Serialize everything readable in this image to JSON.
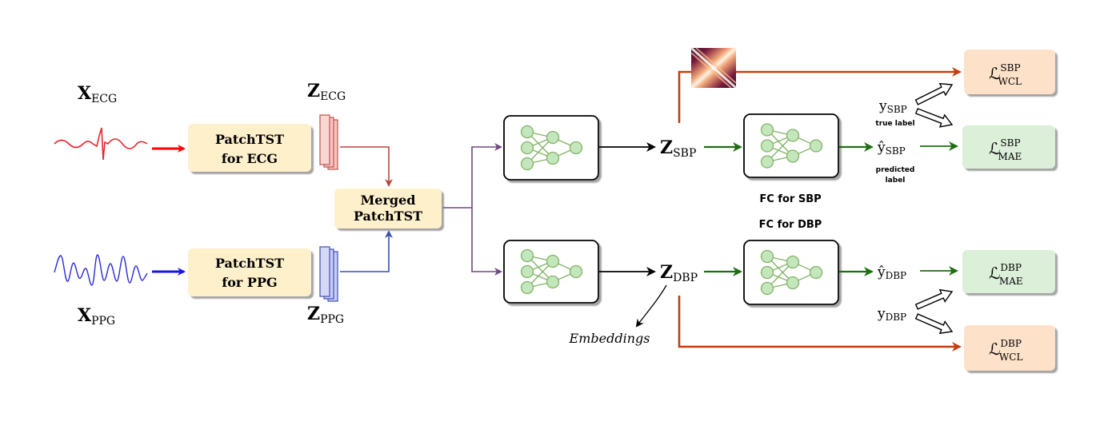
{
  "inputs": {
    "ecg": {
      "symbol": "X",
      "subscript": "ECG"
    },
    "ppg": {
      "symbol": "X",
      "subscript": "PPG"
    }
  },
  "encoders": {
    "ecg": {
      "line1": "PatchTST",
      "line2": "for ECG"
    },
    "ppg": {
      "line1": "PatchTST",
      "line2": "for PPG"
    }
  },
  "latents": {
    "ecg": {
      "symbol": "Z",
      "subscript": "ECG"
    },
    "ppg": {
      "symbol": "Z",
      "subscript": "PPG"
    },
    "sbp": {
      "symbol": "Z",
      "subscript": "SBP"
    },
    "dbp": {
      "symbol": "Z",
      "subscript": "DBP"
    }
  },
  "merged": {
    "line1": "Merged",
    "line2": "PatchTST"
  },
  "fc": {
    "sbp_label": "FC for SBP",
    "dbp_label": "FC for DBP"
  },
  "embeddings_label": "Embeddings",
  "targets": {
    "y_sbp": {
      "symbol": "y",
      "subscript": "SBP"
    },
    "yhat_sbp": {
      "symbol": "ŷ",
      "subscript": "SBP"
    },
    "y_dbp": {
      "symbol": "y",
      "subscript": "DBP"
    },
    "yhat_dbp": {
      "symbol": "ŷ",
      "subscript": "DBP"
    },
    "true_label": "true label",
    "predicted_label_line1": "predicted",
    "predicted_label_line2": "label"
  },
  "losses": {
    "wcl_sbp": {
      "symbol": "ℒ",
      "sup": "SBP",
      "sub": "WCL"
    },
    "mae_sbp": {
      "symbol": "ℒ",
      "sup": "SBP",
      "sub": "MAE"
    },
    "mae_dbp": {
      "symbol": "ℒ",
      "sup": "DBP",
      "sub": "MAE"
    },
    "wcl_dbp": {
      "symbol": "ℒ",
      "sup": "DBP",
      "sub": "WCL"
    }
  },
  "colors": {
    "ecg_signal": "#e8262b",
    "ppg_signal": "#2a2ad6",
    "ecg_arrow": "#ff0000",
    "ppg_arrow": "#1515e8",
    "ecg_path": "#b5483d",
    "ppg_path": "#3a4fb0",
    "purple": "#6e4a7e",
    "green": "#1f6e12",
    "orange": "#c2400e",
    "box_yellow": "#fff0cc",
    "box_green": "#dcefd9",
    "box_orange": "#fde1c9",
    "nn_fill": "#c4e6bd",
    "nn_stroke": "#82b366"
  }
}
